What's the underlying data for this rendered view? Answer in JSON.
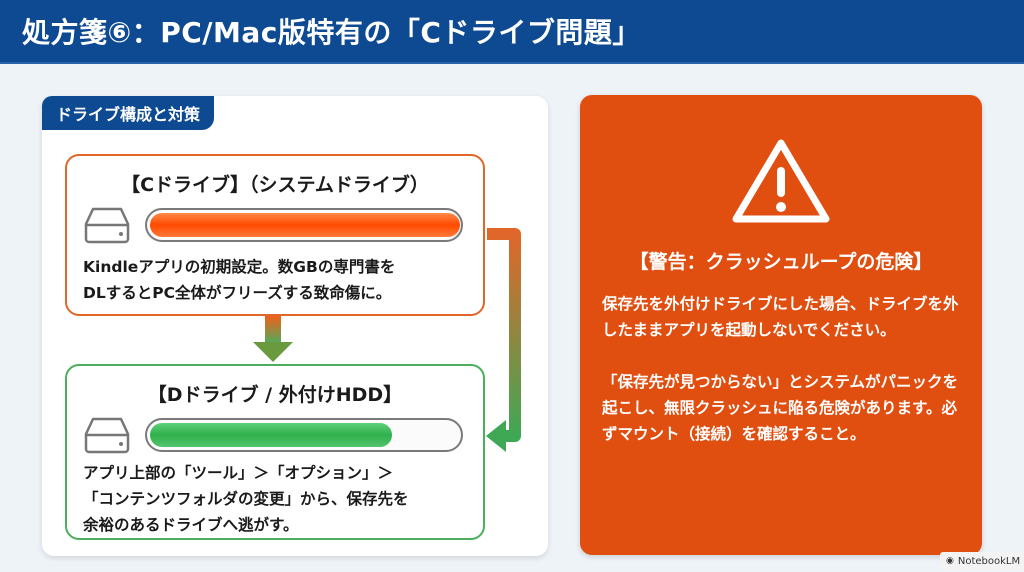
{
  "header": {
    "title": "処方箋⑥：PC/Mac版特有の「Cドライブ問題」"
  },
  "left_panel": {
    "section_label": "ドライブ構成と対策",
    "drive_c": {
      "title": "【Cドライブ】（システムドライブ）",
      "icon": "hdd-icon",
      "usage_percent": 100,
      "bar_color": "#ff4a00",
      "border_color": "#e0662a",
      "description_lines": [
        "Kindleアプリの初期設定。数GBの専門書を",
        "DLするとPC全体がフリーズする致命傷に。"
      ]
    },
    "drive_d": {
      "title": "【Dドライブ / 外付けHDD】",
      "icon": "hdd-icon",
      "usage_percent": 78,
      "bar_color": "#2fb04c",
      "border_color": "#4caf5e",
      "description_lines": [
        "アプリ上部の「ツール」＞「オプション」＞",
        "「コンテンツフォルダの変更」から、保存先を",
        "余裕のあるドライブへ逃がす。"
      ]
    }
  },
  "warning_panel": {
    "icon": "warning-triangle-icon",
    "title": "【警告：クラッシュループの危険】",
    "paragraphs": [
      "保存先を外付けドライブにした場合、ドライブを外したままアプリを起動しないでください。",
      "「保存先が見つからない」とシステムがパニックを起こし、無限クラッシュに陥る危険があります。必ずマウント（接続）を確認すること。"
    ],
    "background_color": "#e04e10"
  },
  "badge": {
    "label": "NotebookLM"
  }
}
